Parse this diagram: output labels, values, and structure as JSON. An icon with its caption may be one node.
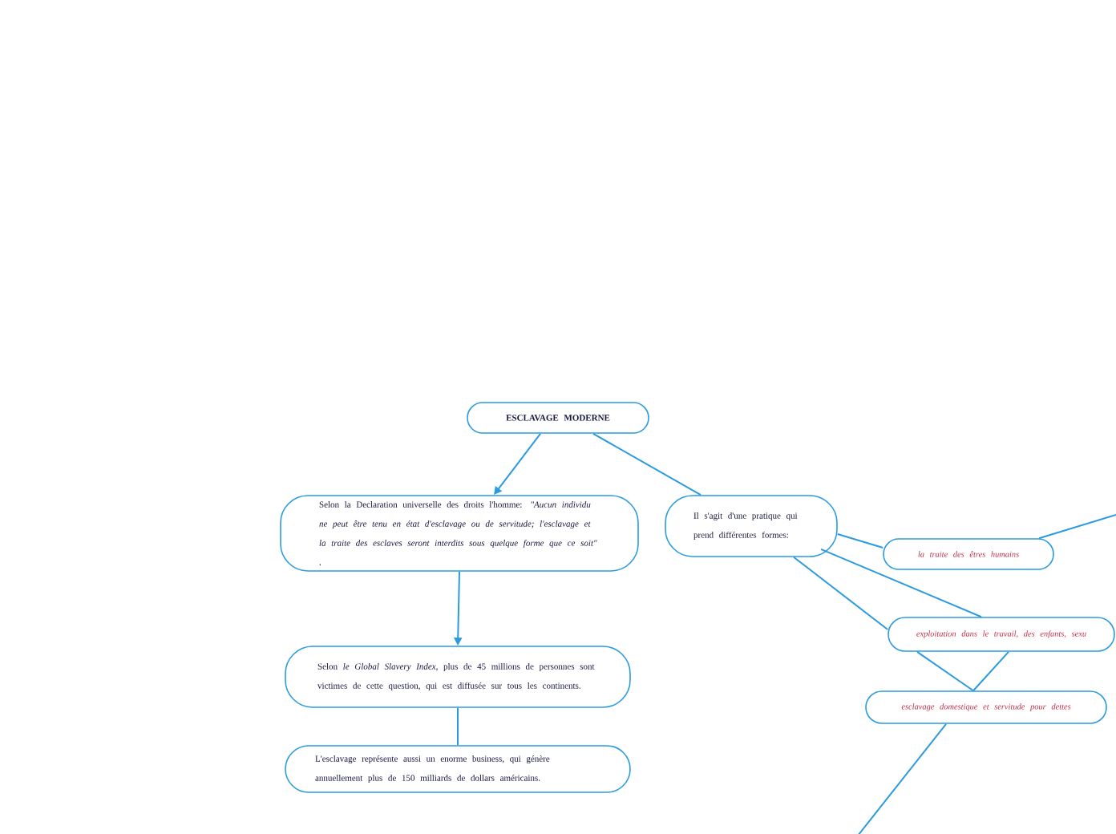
{
  "diagram": {
    "nodes": [
      {
        "text": [
          "ESCLAVAGE MODERNE"
        ]
      },
      {
        "text": [
          "Selon la Declaration universelle des droits l'homme: *\"Aucun individu ne peut être tenu en état d'esclavage ou de servitude; l'esclavage et la traite des esclaves seront interdits sous quelque forme que ce soit\"* ."
        ]
      },
      {
        "text": [
          "Selon *le Global Slavery Index*, plus de 45 millions de personnes sont victimes de cette question, qui est diffusée sur tous les continents."
        ]
      },
      {
        "text": [
          "L'esclavage représente aussi un enorme business, qui génère annuellement plus de 150 milliards de dollars américains."
        ]
      },
      {
        "text": [
          "Il s'agit d'une pratique qui prend différentes formes:"
        ]
      },
      {
        "text": [
          "la traite des êtres humains"
        ]
      },
      {
        "text": [
          "exploitation dans le travail, des enfants, sexu"
        ]
      },
      {
        "text": [
          "esclavage domestique et servitude pour dettes"
        ]
      }
    ],
    "edges": [
      {
        "from": 0,
        "to": 1,
        "arrow": "to"
      },
      {
        "from": 0,
        "to": 4,
        "arrow": "none"
      },
      {
        "from": 1,
        "to": 2,
        "arrow": "to"
      },
      {
        "from": 2,
        "to": 3,
        "arrow": "none"
      },
      {
        "from": 4,
        "to": 5,
        "arrow": "none"
      },
      {
        "from": 5,
        "to": null,
        "arrow": "none"
      },
      {
        "from": 4,
        "to": 6,
        "arrow": "none"
      },
      {
        "from": 4,
        "to": 6,
        "arrow": "none"
      },
      {
        "from": 6,
        "to": 7,
        "arrow": "none"
      },
      {
        "from": 6,
        "to": 7,
        "arrow": "none"
      },
      {
        "from": 7,
        "to": null,
        "arrow": "none"
      }
    ]
  }
}
